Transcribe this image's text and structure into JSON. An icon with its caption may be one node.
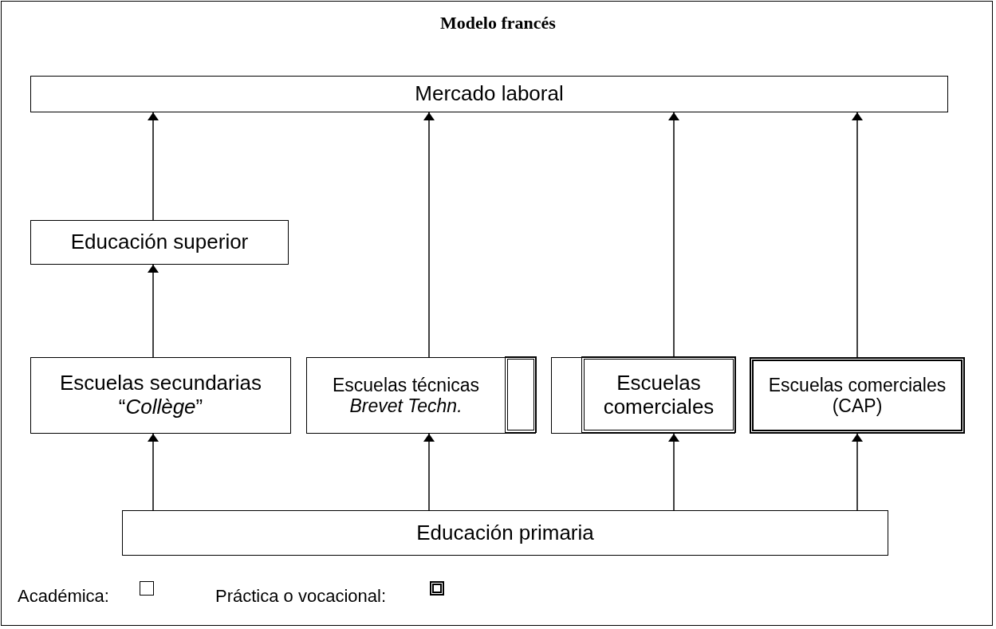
{
  "diagram": {
    "title": "Modelo francés",
    "nodes": [
      {
        "text": [
          "Mercado laboral"
        ]
      },
      {
        "text": [
          "Educación superior"
        ]
      },
      {
        "text": [
          "Escuelas secundarias",
          "“*Collège*”"
        ]
      },
      {
        "text": [
          "Escuelas técnicas",
          "Brevet Techn."
        ]
      },
      {
        "text": [
          "Escuelas comerciales"
        ]
      },
      {
        "text": [
          "Escuelas comerciales (CAP)"
        ]
      },
      {
        "text": [
          "Educación primaria"
        ]
      }
    ],
    "edges": [
      {
        "from": 6,
        "to": 2,
        "arrow": "to"
      },
      {
        "from": 6,
        "to": 3,
        "arrow": "to"
      },
      {
        "from": 6,
        "to": 4,
        "arrow": "to"
      },
      {
        "from": 6,
        "to": 5,
        "arrow": "to"
      },
      {
        "from": 2,
        "to": 1,
        "arrow": "to"
      },
      {
        "from": 1,
        "to": 0,
        "arrow": "to"
      },
      {
        "from": 3,
        "to": 0,
        "arrow": "to"
      },
      {
        "from": 4,
        "to": 0,
        "arrow": "to"
      },
      {
        "from": 5,
        "to": 0,
        "arrow": "to"
      }
    ],
    "legend": [
      {
        "text": "Académica:"
      },
      {
        "text": "Práctica o vocacional:"
      }
    ]
  }
}
